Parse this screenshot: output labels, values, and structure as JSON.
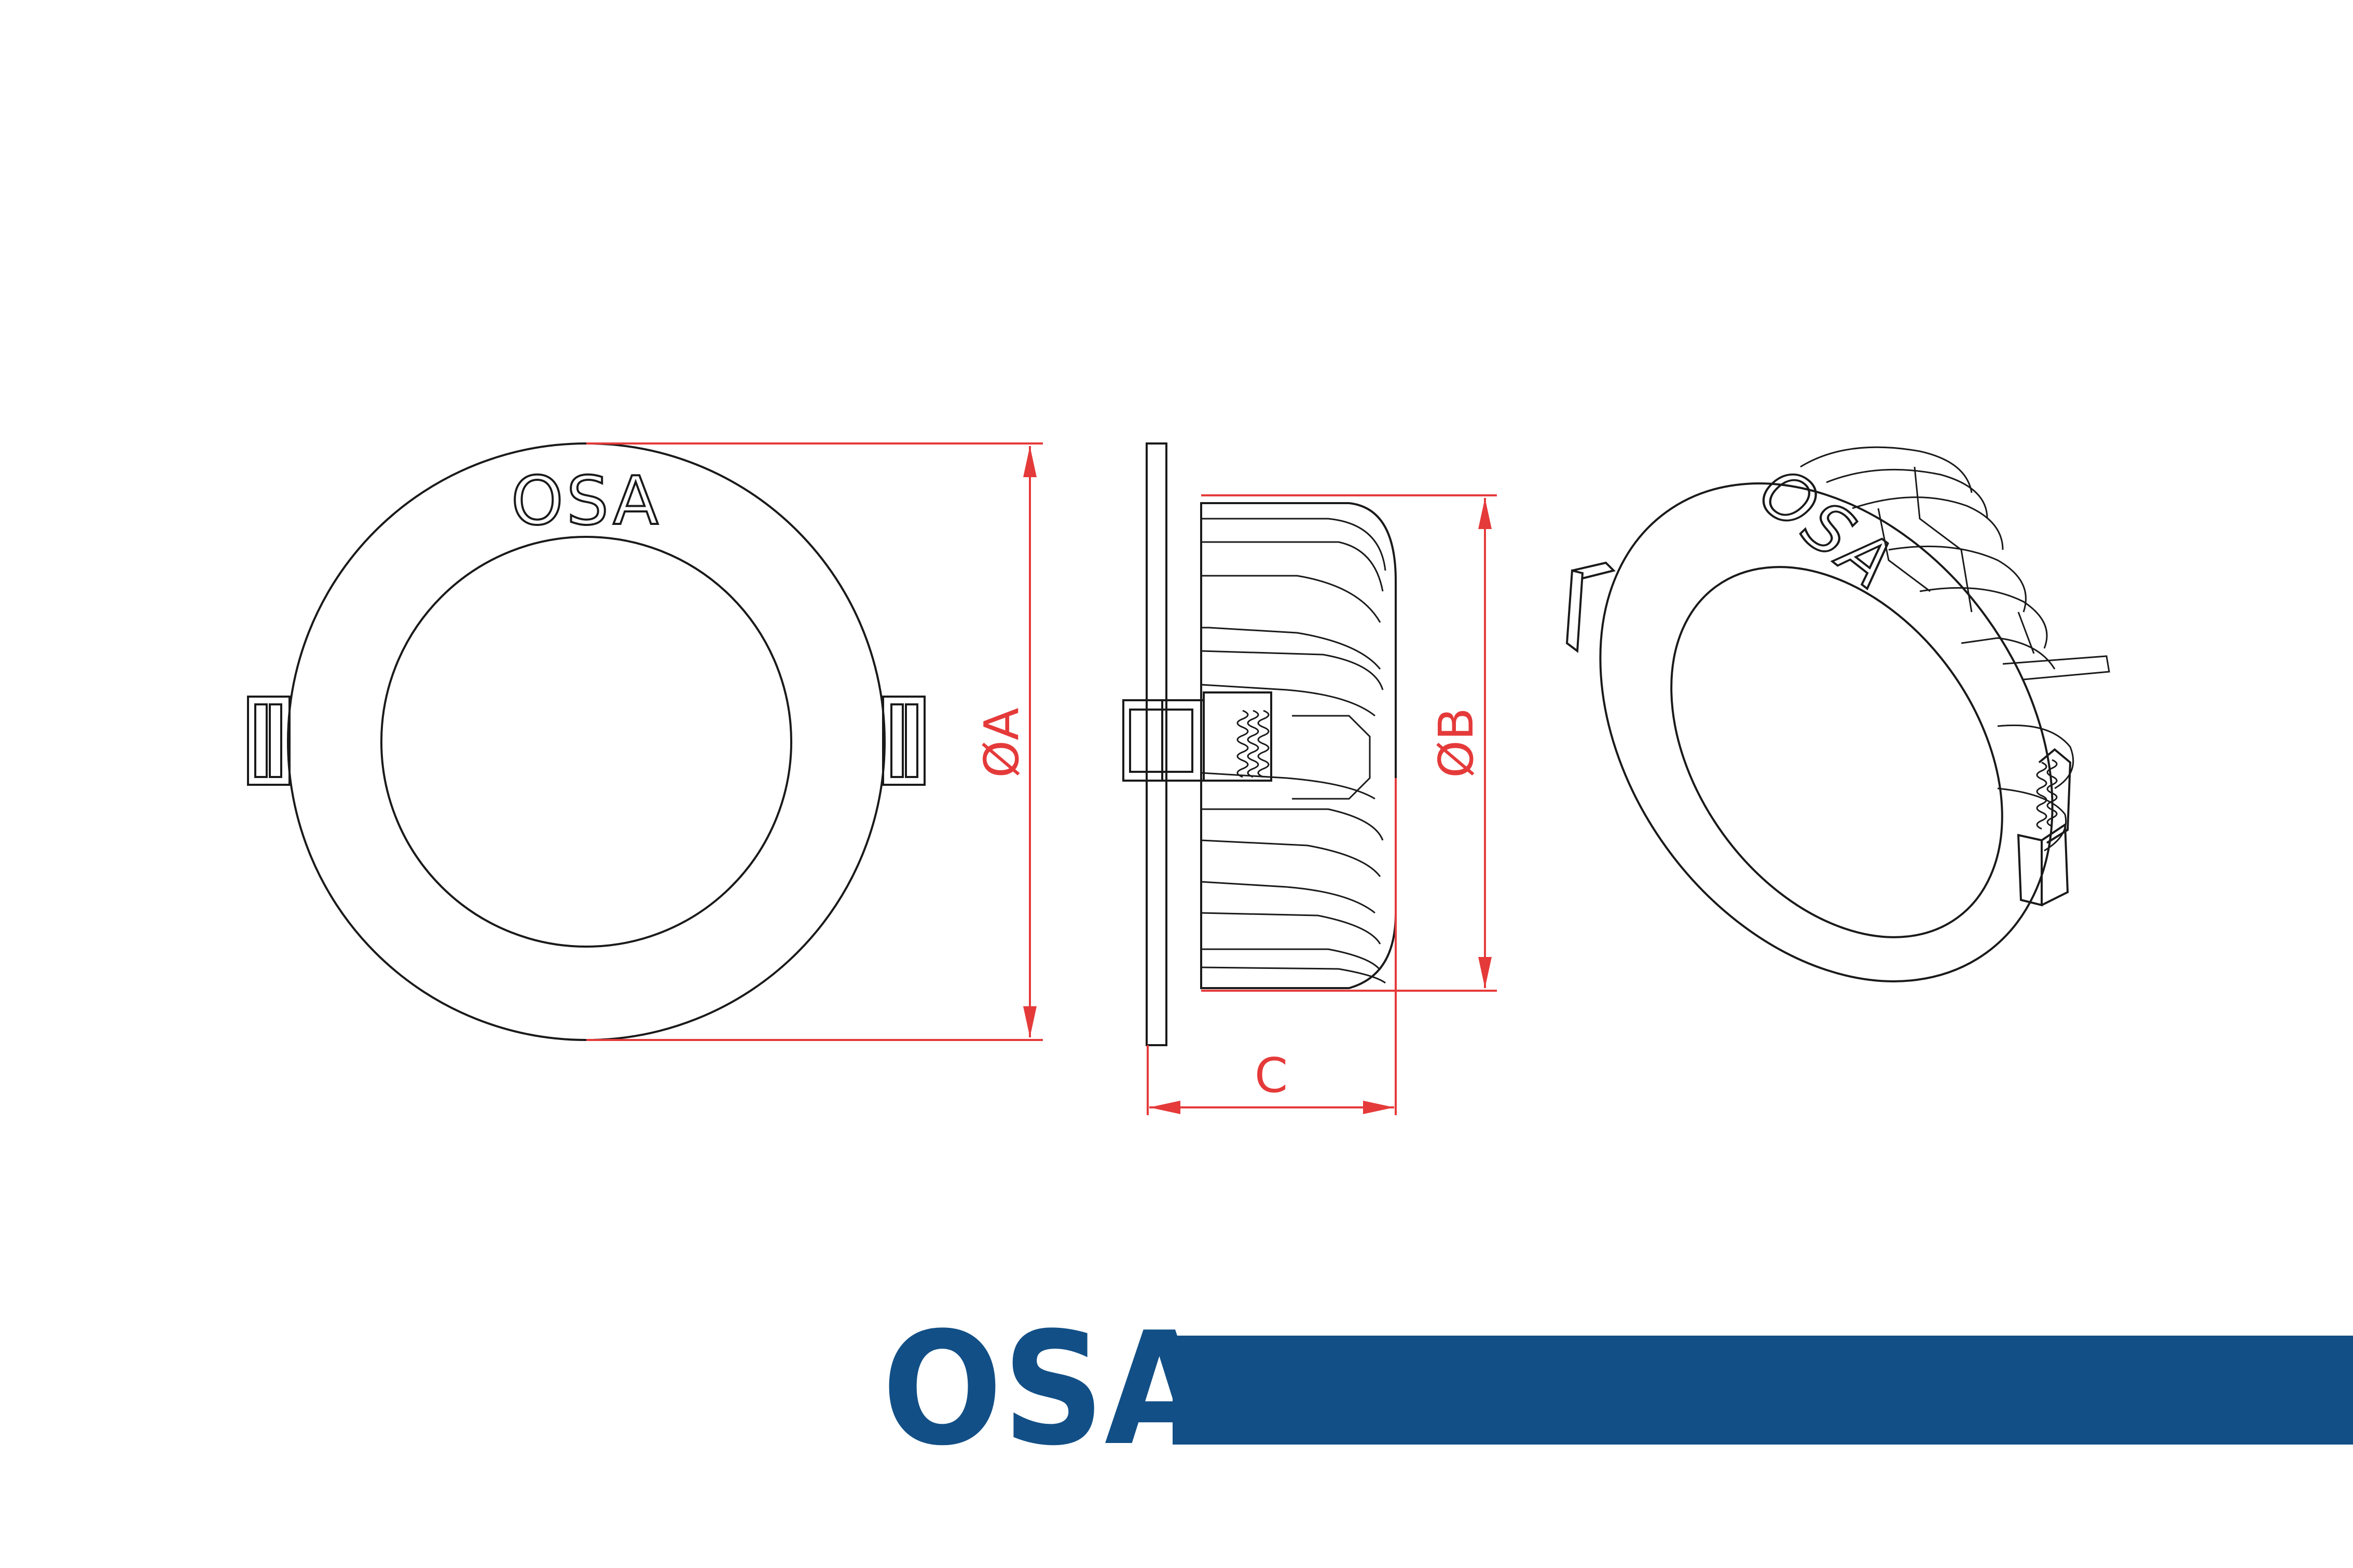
{
  "embossed_logo": "OSA",
  "dimensions": {
    "diameter_a": "ØA",
    "diameter_b": "ØB",
    "depth_c": "C"
  },
  "brand": {
    "logo_text": "OSA"
  },
  "colors": {
    "line": "#1a1a1a",
    "dimension": "#e53a3a",
    "brand_blue": "#124f86",
    "background": "#ffffff"
  }
}
